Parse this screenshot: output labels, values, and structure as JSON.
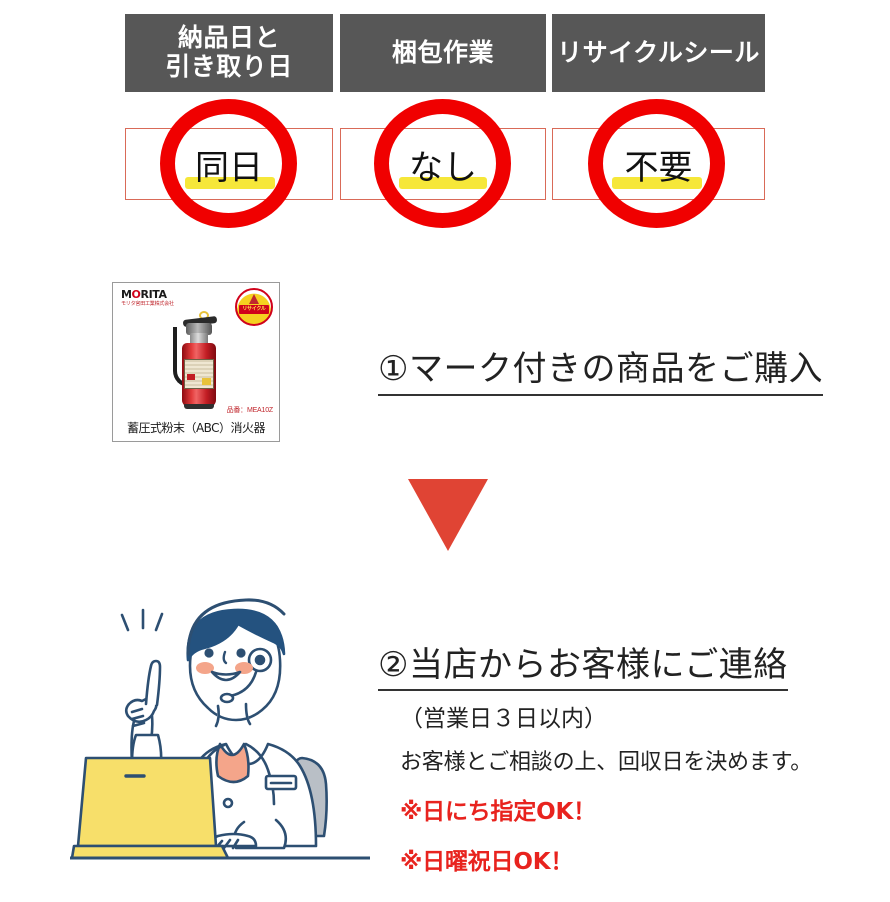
{
  "comparison_table": {
    "headers": [
      {
        "label": "納品日と\n引き取り日",
        "line1": "納品日と",
        "line2": "引き取り日"
      },
      {
        "label": "梱包作業",
        "line1": "梱包作業",
        "line2": ""
      },
      {
        "label": "リサイクルシール",
        "line1": "リサイクルシール",
        "line2": ""
      }
    ],
    "values": [
      "同日",
      "なし",
      "不要"
    ],
    "header_bg": "#575757",
    "header_text_color": "#ffffff",
    "cell_border_color": "#d96a58",
    "circle_color": "#f00000",
    "marker_color": "#f5e62e"
  },
  "product": {
    "brand_main": "M",
    "brand_main_accent": "O",
    "brand_main_rest": "RITA",
    "brand_sub": "モリタ宮田工業株式会社",
    "recycle_badge_text": "リサイクル",
    "part_number": "品番：MEA10Z",
    "product_name": "蓄圧式粉末（ABC）消火器"
  },
  "steps": [
    {
      "number": "①",
      "title": "①マーク付きの商品をご購入"
    },
    {
      "number": "②",
      "title": "②当店からお客様にご連絡",
      "subtitle": "（営業日３日以内）",
      "description": "お客様とご相談の上、回収日を決めます。",
      "notes": [
        "※日にち指定OK！",
        "※日曜祝日OK！"
      ]
    }
  ],
  "arrow": {
    "direction": "down",
    "color": "#e04434"
  },
  "illustration": {
    "name": "customer-support-operator",
    "outline_color": "#2d4f72",
    "laptop_color": "#f7df6a",
    "cheek_color": "#f4a58a",
    "hair_color": "#24527f"
  }
}
